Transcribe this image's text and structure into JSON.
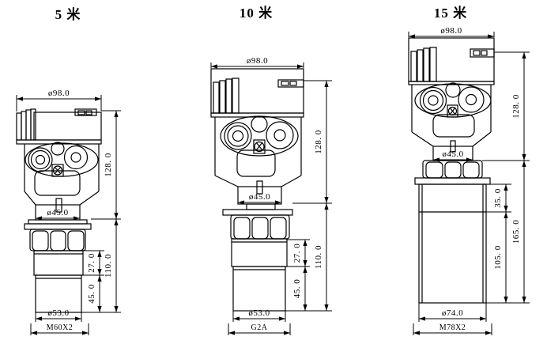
{
  "page": {
    "background": "#ffffff",
    "line_color": "#000000",
    "description_labels": {
      "diameter_symbol": "ø"
    }
  },
  "drawings": [
    {
      "title": "5 米",
      "dims": {
        "top_diameter": "ø98.0",
        "head_height": "128. 0",
        "neck_diameter": "ø45.0",
        "upper_section": "27. 0",
        "lower_section": "45. 0",
        "total_lower": "110. 0",
        "horn_diameter": "ø53.0",
        "mount_thread": "M60X2"
      }
    },
    {
      "title": "10 米",
      "dims": {
        "top_diameter": "ø98.0",
        "head_height": "128. 0",
        "neck_diameter": "ø45.0",
        "upper_section": "27. 0",
        "lower_section": "45. 0",
        "total_lower": "110. 0",
        "horn_diameter": "ø53.0",
        "mount_thread": "G2A"
      }
    },
    {
      "title": "15 米",
      "dims": {
        "top_diameter": "ø98.0",
        "head_height": "128. 0",
        "neck_diameter": "ø45.0",
        "upper_section": "35. 0",
        "lower_section": "105. 0",
        "total_lower": "165. 0",
        "horn_diameter": "ø74.0",
        "mount_thread": "M78X2"
      }
    }
  ]
}
